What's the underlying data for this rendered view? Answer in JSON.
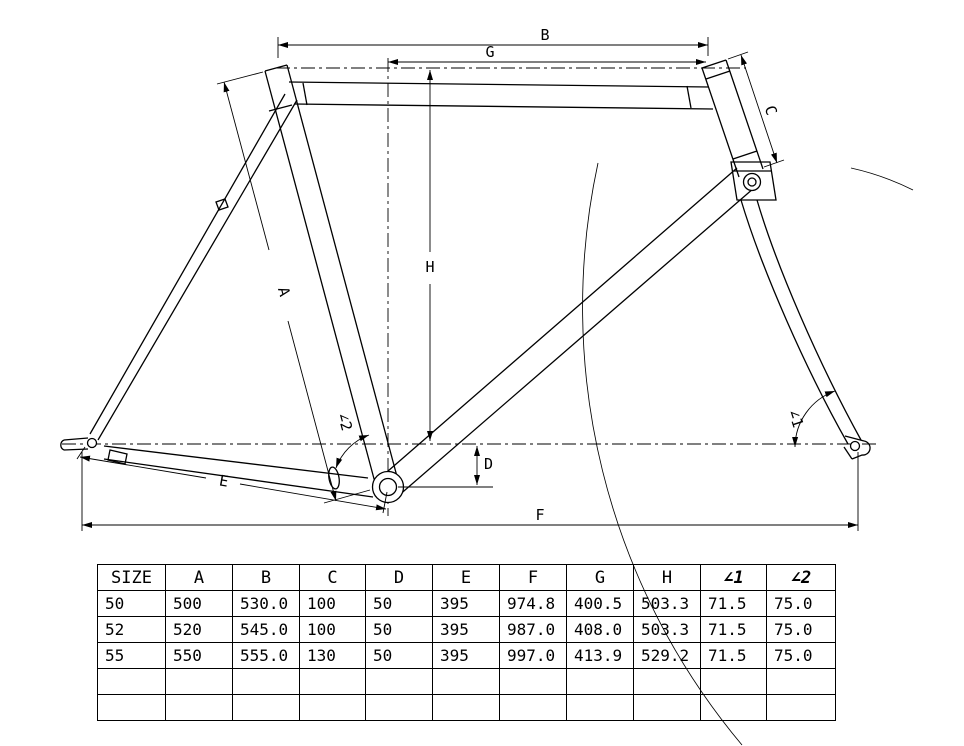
{
  "drawing": {
    "labels": {
      "A": "A",
      "B": "B",
      "C": "C",
      "D": "D",
      "E": "E",
      "F": "F",
      "G": "G",
      "H": "H",
      "angle1": "∠1",
      "angle2": "∠2"
    }
  },
  "table": {
    "headers": [
      "SIZE",
      "A",
      "B",
      "C",
      "D",
      "E",
      "F",
      "G",
      "H",
      "∠1",
      "∠2"
    ],
    "rows": [
      [
        "50",
        "500",
        "530.0",
        "100",
        "50",
        "395",
        "974.8",
        "400.5",
        "503.3",
        "71.5",
        "75.0"
      ],
      [
        "52",
        "520",
        "545.0",
        "100",
        "50",
        "395",
        "987.0",
        "408.0",
        "503.3",
        "71.5",
        "75.0"
      ],
      [
        "55",
        "550",
        "555.0",
        "130",
        "50",
        "395",
        "997.0",
        "413.9",
        "529.2",
        "71.5",
        "75.0"
      ]
    ]
  }
}
